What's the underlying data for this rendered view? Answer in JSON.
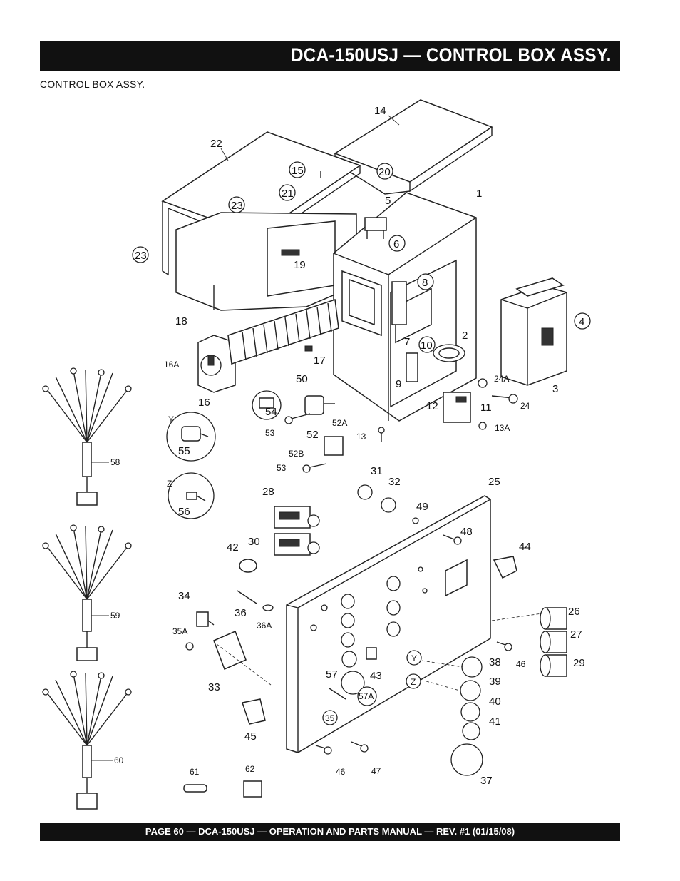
{
  "header": {
    "title": "DCA-150USJ — CONTROL BOX  ASSY."
  },
  "subtitle": "CONTROL BOX ASSY.",
  "footer": {
    "text": "PAGE 60 — DCA-150USJ —  OPERATION AND PARTS  MANUAL — REV. #1  (01/15/08)"
  },
  "callouts": {
    "c14": "14",
    "c22": "22",
    "c15": "15",
    "c20": "20",
    "c21": "21",
    "c23a": "23",
    "c23b": "23",
    "c5": "5",
    "c1": "1",
    "c6": "6",
    "c19": "19",
    "c8": "8",
    "c4": "4",
    "c18": "18",
    "c7": "7",
    "c2": "2",
    "c10": "10",
    "c16A": "16A",
    "c17": "17",
    "c9": "9",
    "c3": "3",
    "c24A": "24A",
    "c24": "24",
    "c16": "16",
    "c50": "50",
    "c12": "12",
    "c11": "11",
    "c54": "54",
    "c53a": "53",
    "c52A": "52A",
    "c13": "13",
    "c13A": "13A",
    "c55": "55",
    "cY1": "Y",
    "c52": "52",
    "c52B": "52B",
    "c58": "58",
    "c53b": "53",
    "c31": "31",
    "c32": "32",
    "c25": "25",
    "cZ1": "Z",
    "c28": "28",
    "c56": "56",
    "c49": "49",
    "c48": "48",
    "c30": "30",
    "c42": "42",
    "c44": "44",
    "c34": "34",
    "c36": "36",
    "c26": "26",
    "c59": "59",
    "c36A": "36A",
    "c35A": "35A",
    "c27": "27",
    "c46a": "46",
    "c29": "29",
    "cY2": "Y",
    "c38": "38",
    "c57": "57",
    "c43": "43",
    "c33": "33",
    "cZ2": "Z",
    "c39": "39",
    "c57A": "57A",
    "c40": "40",
    "c35": "35",
    "c41": "41",
    "c45": "45",
    "c60": "60",
    "c46b": "46",
    "c47": "47",
    "c61": "61",
    "c62": "62",
    "c37": "37"
  }
}
